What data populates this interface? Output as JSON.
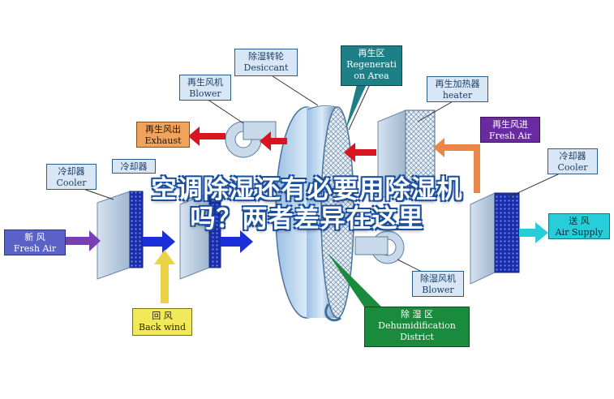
{
  "labels": {
    "desiccant": {
      "cn": "除湿转轮",
      "en": "Desiccant"
    },
    "regeneration": {
      "cn": "再生区",
      "en": "Regenerati on Area"
    },
    "regen_blower": {
      "cn": "再生风机",
      "en": "Blower"
    },
    "regen_heater": {
      "cn": "再生加热器",
      "en": "heater"
    },
    "exhaust": {
      "cn": "再生风出",
      "en": "Exhaust"
    },
    "regen_fresh": {
      "cn": "再生风进",
      "en": "Fresh Air"
    },
    "cooler_left": {
      "cn": "冷却器",
      "en": "Cooler"
    },
    "cooler_right": {
      "cn": "冷却器",
      "en": "Cooler"
    },
    "fresh_air": {
      "cn": "新 风",
      "en": "Fresh Air"
    },
    "air_supply": {
      "cn": "送 风",
      "en": "Air Supply"
    },
    "back_wind": {
      "cn": "回 风",
      "en": "Back wind"
    },
    "dehum_blower": {
      "cn": "除湿风机",
      "en": "Blower"
    },
    "dehum_district": {
      "cn": "除 湿 区",
      "en": "Dehumidification District"
    },
    "cooler_top_partial": {
      "cn": "冷却器"
    }
  },
  "overlay": {
    "line1": "空调除湿还有必要用除湿机",
    "line2": "吗？两者差异在这里"
  },
  "colors": {
    "blue_arrow": "#1a2fd6",
    "red_arrow": "#d8141f",
    "yellow_arrow": "#e9d447",
    "cyan_arrow": "#27cdd8",
    "purple_arrow": "#7b3fb5",
    "orange_arrow": "#e9874b"
  }
}
